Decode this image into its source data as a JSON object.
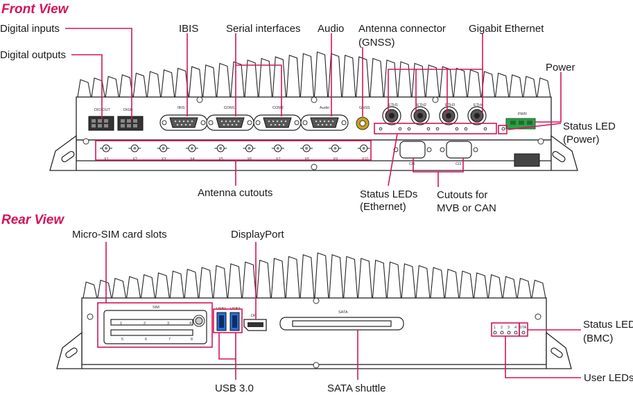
{
  "colors": {
    "accent": "#d4145a",
    "title": "#d4145a",
    "line": "#222222"
  },
  "front": {
    "title": "Front View",
    "labels": {
      "digital_inputs": "Digital inputs",
      "digital_outputs": "Digital outputs",
      "ibis": "IBIS",
      "serial": "Serial interfaces",
      "audio": "Audio",
      "antenna_line1": "Antenna connector",
      "antenna_line2": "(GNSS)",
      "gigabit": "Gigabit Ethernet",
      "power": "Power",
      "status_led_power_1": "Status LED",
      "status_led_power_2": "(Power)",
      "antenna_cutouts": "Antenna cutouts",
      "status_leds_eth_1": "Status LEDs",
      "status_leds_eth_2": "(Ethernet)",
      "cutouts_1": "Cutouts for",
      "cutouts_2": "MVB or CAN"
    },
    "panel": {
      "dio": [
        "DIO OUT",
        "DIGB"
      ],
      "ports": [
        "IBIS",
        "COM1",
        "COM2",
        "Audio"
      ],
      "gnss": "GNSS",
      "eth": [
        "ETH1",
        "ETH2",
        "ETH3",
        "ETH4"
      ],
      "pwr": "PWR",
      "antennas": [
        "X1",
        "X2",
        "X3",
        "X4",
        "X5",
        "X6",
        "X7",
        "X8",
        "X9",
        "X10"
      ],
      "cutouts": [
        "CI1",
        "CI2"
      ]
    }
  },
  "rear": {
    "title": "Rear View",
    "labels": {
      "micro_sim": "Micro-SIM card slots",
      "displayport": "DisplayPort",
      "status_led_bmc_1": "Status LED",
      "status_led_bmc_2": "(BMC)",
      "user_leds": "User LEDs",
      "usb": "USB 3.0",
      "sata_shuttle": "SATA shuttle"
    },
    "panel": {
      "sim": "SIM",
      "sim_top": [
        "1",
        "2",
        "3",
        "4"
      ],
      "sim_bottom": [
        "5",
        "6",
        "7",
        "8"
      ],
      "usb": [
        "USB1",
        "USB2"
      ],
      "dp": "DP",
      "sata": "SATA",
      "leds": [
        "1",
        "2",
        "3",
        "4"
      ],
      "sta": "STA"
    }
  }
}
